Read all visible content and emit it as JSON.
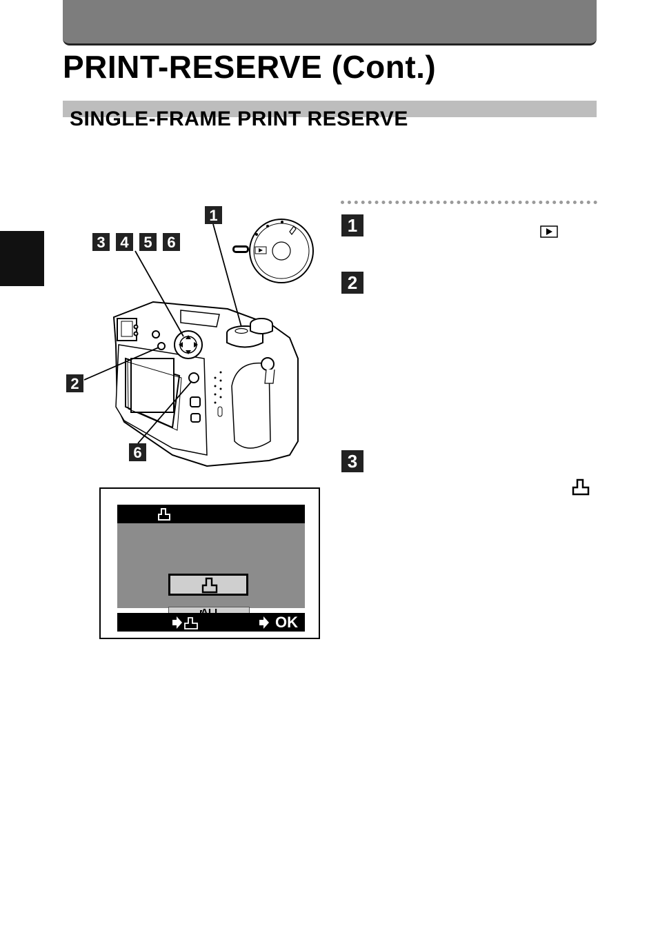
{
  "page": {
    "title": "PRINT-RESERVE (Cont.)",
    "section_title": "SINGLE-FRAME PRINT RESERVE"
  },
  "steps": [
    {
      "number": "1",
      "icon": "playback-icon"
    },
    {
      "number": "2"
    },
    {
      "number": "3",
      "icon": "print-icon"
    }
  ],
  "illustration": {
    "callouts": [
      "1",
      "3",
      "4",
      "5",
      "6",
      "2",
      "6"
    ]
  },
  "lcd": {
    "option_all_label": "ALL",
    "ok_label": "OK",
    "icons": [
      "print-icon",
      "print-all-icon",
      "arrow-icon"
    ]
  },
  "colors": {
    "header_bar": "#7d7d7d",
    "section_band": "#bdbdbd",
    "lcd_body": "#8c8c8c",
    "step_badge": "#222222"
  }
}
